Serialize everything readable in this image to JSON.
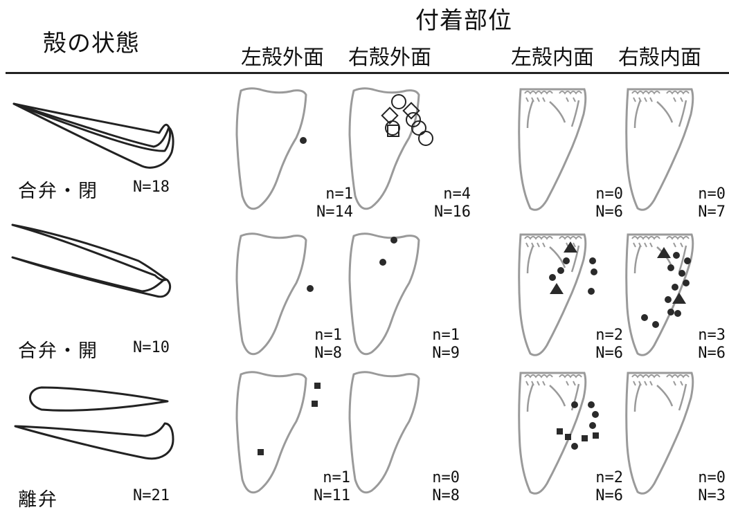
{
  "header": {
    "state_title": "殻の状態",
    "site_title": "付着部位",
    "columns": [
      "左殻外面",
      "右殻外面",
      "左殻内面",
      "右殻内面"
    ]
  },
  "rows": [
    {
      "label": "合弁・閉",
      "N": "N=18",
      "cells": [
        {
          "n": "n=1",
          "N": "N=14"
        },
        {
          "n": "n=4",
          "N": "N=16"
        },
        {
          "n": "n=0",
          "N": "N=6"
        },
        {
          "n": "n=0",
          "N": "N=7"
        }
      ]
    },
    {
      "label": "合弁・開",
      "N": "N=10",
      "cells": [
        {
          "n": "n=1",
          "N": "N=8"
        },
        {
          "n": "n=1",
          "N": "N=9"
        },
        {
          "n": "n=2",
          "N": "N=6"
        },
        {
          "n": "n=3",
          "N": "N=6"
        }
      ]
    },
    {
      "label": "離弁",
      "N": "N=21",
      "cells": [
        {
          "n": "n=1",
          "N": "N=11"
        },
        {
          "n": "n=0",
          "N": "N=8"
        },
        {
          "n": "n=2",
          "N": "N=6"
        },
        {
          "n": "n=0",
          "N": "N=3"
        }
      ]
    }
  ],
  "colors": {
    "outline": "#9a9a9a",
    "ink": "#222222",
    "marker": "#2a2a2a"
  }
}
